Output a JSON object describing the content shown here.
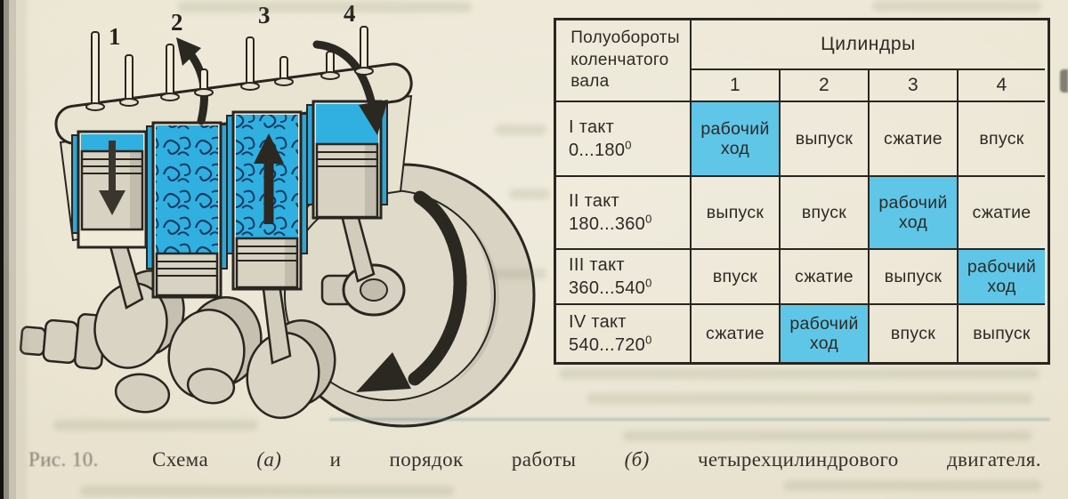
{
  "page": {
    "background_color": "#ebe5d3",
    "kind": "textbook figure scan"
  },
  "figure_labels": {
    "numbers": [
      "1",
      "2",
      "3",
      "4"
    ]
  },
  "table": {
    "header_col": "Полуобороты\nколенчатого\nвала",
    "header_group": "Цилиндры",
    "cylinder_numbers": [
      "1",
      "2",
      "3",
      "4"
    ],
    "degree_symbol": "0",
    "highlight_color": "#5fc6e8",
    "rows": [
      {
        "stroke": "I такт",
        "range": "0...180",
        "cells": [
          "рабочий ход",
          "выпуск",
          "сжатие",
          "впуск"
        ],
        "highlight": 0
      },
      {
        "stroke": "II такт",
        "range": "180...360",
        "cells": [
          "выпуск",
          "впуск",
          "рабочий ход",
          "сжатие"
        ],
        "highlight": 2
      },
      {
        "stroke": "III такт",
        "range": "360...540",
        "cells": [
          "впуск",
          "сжатие",
          "выпуск",
          "рабочий ход"
        ],
        "highlight": 3
      },
      {
        "stroke": "IV такт",
        "range": "540...720",
        "cells": [
          "сжатие",
          "рабочий ход",
          "впуск",
          "выпуск"
        ],
        "highlight": 1
      }
    ]
  },
  "caption": {
    "lead": "Рис. 10.",
    "segments": [
      {
        "text": "Схема",
        "italic": false
      },
      {
        "text": "(а)",
        "italic": true
      },
      {
        "text": "и",
        "italic": false
      },
      {
        "text": "порядок",
        "italic": false
      },
      {
        "text": "работы",
        "italic": false
      },
      {
        "text": "(б)",
        "italic": true
      },
      {
        "text": "четырехцилиндрового",
        "italic": false
      },
      {
        "text": "двигателя.",
        "italic": false
      }
    ]
  }
}
